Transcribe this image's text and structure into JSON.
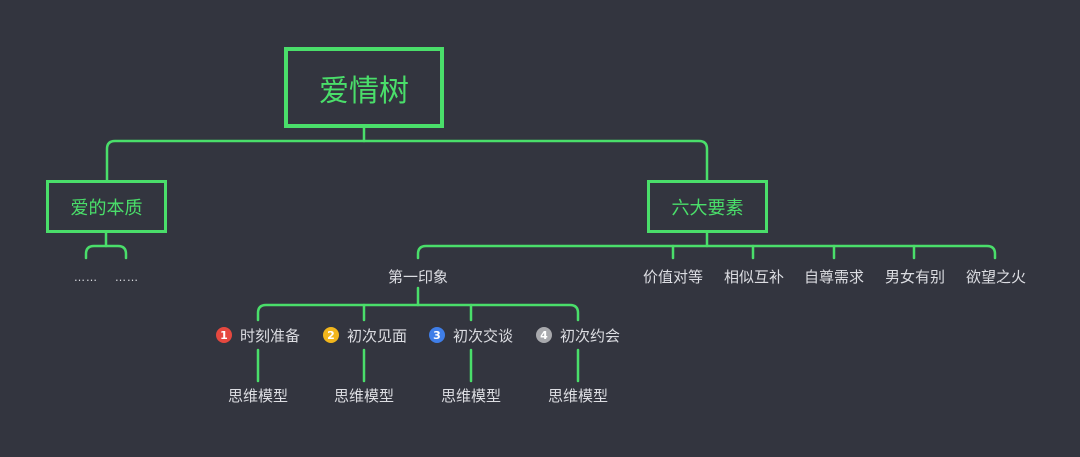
{
  "colors": {
    "background": "#33353f",
    "connector": "#4ade6a",
    "node_text": "#dcdde2",
    "badge_1": "#e5483f",
    "badge_2": "#f2b61c",
    "badge_3": "#3f7ee8",
    "badge_4": "#a8a9ad"
  },
  "root": {
    "label": "爱情树"
  },
  "branches": [
    {
      "label": "爱的本质",
      "children": [
        {
          "label": "……"
        },
        {
          "label": "……"
        }
      ]
    },
    {
      "label": "六大要素",
      "children": [
        {
          "label": "第一印象",
          "steps": [
            {
              "badge": "1",
              "label": "时刻准备",
              "child": "思维模型"
            },
            {
              "badge": "2",
              "label": "初次见面",
              "child": "思维模型"
            },
            {
              "badge": "3",
              "label": "初次交谈",
              "child": "思维模型"
            },
            {
              "badge": "4",
              "label": "初次约会",
              "child": "思维模型"
            }
          ]
        },
        {
          "label": "价值对等"
        },
        {
          "label": "相似互补"
        },
        {
          "label": "自尊需求"
        },
        {
          "label": "男女有别"
        },
        {
          "label": "欲望之火"
        }
      ]
    }
  ]
}
